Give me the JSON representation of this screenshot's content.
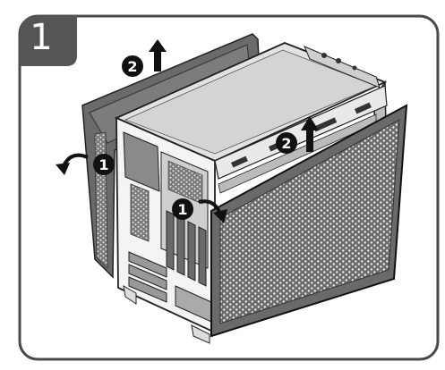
{
  "step_number": "1",
  "callouts": [
    {
      "id": "top-left-1",
      "number": "1",
      "action": "swing-out"
    },
    {
      "id": "top-left-2",
      "number": "2",
      "action": "lift-up"
    },
    {
      "id": "right-1",
      "number": "1",
      "action": "swing-out"
    },
    {
      "id": "right-2",
      "number": "2",
      "action": "lift-up"
    }
  ],
  "colors": {
    "border": "#4a4a4a",
    "badge": "#555555",
    "panel": "#6e6e6e",
    "case_line": "#2a2a2a",
    "arrow": "#111111"
  }
}
